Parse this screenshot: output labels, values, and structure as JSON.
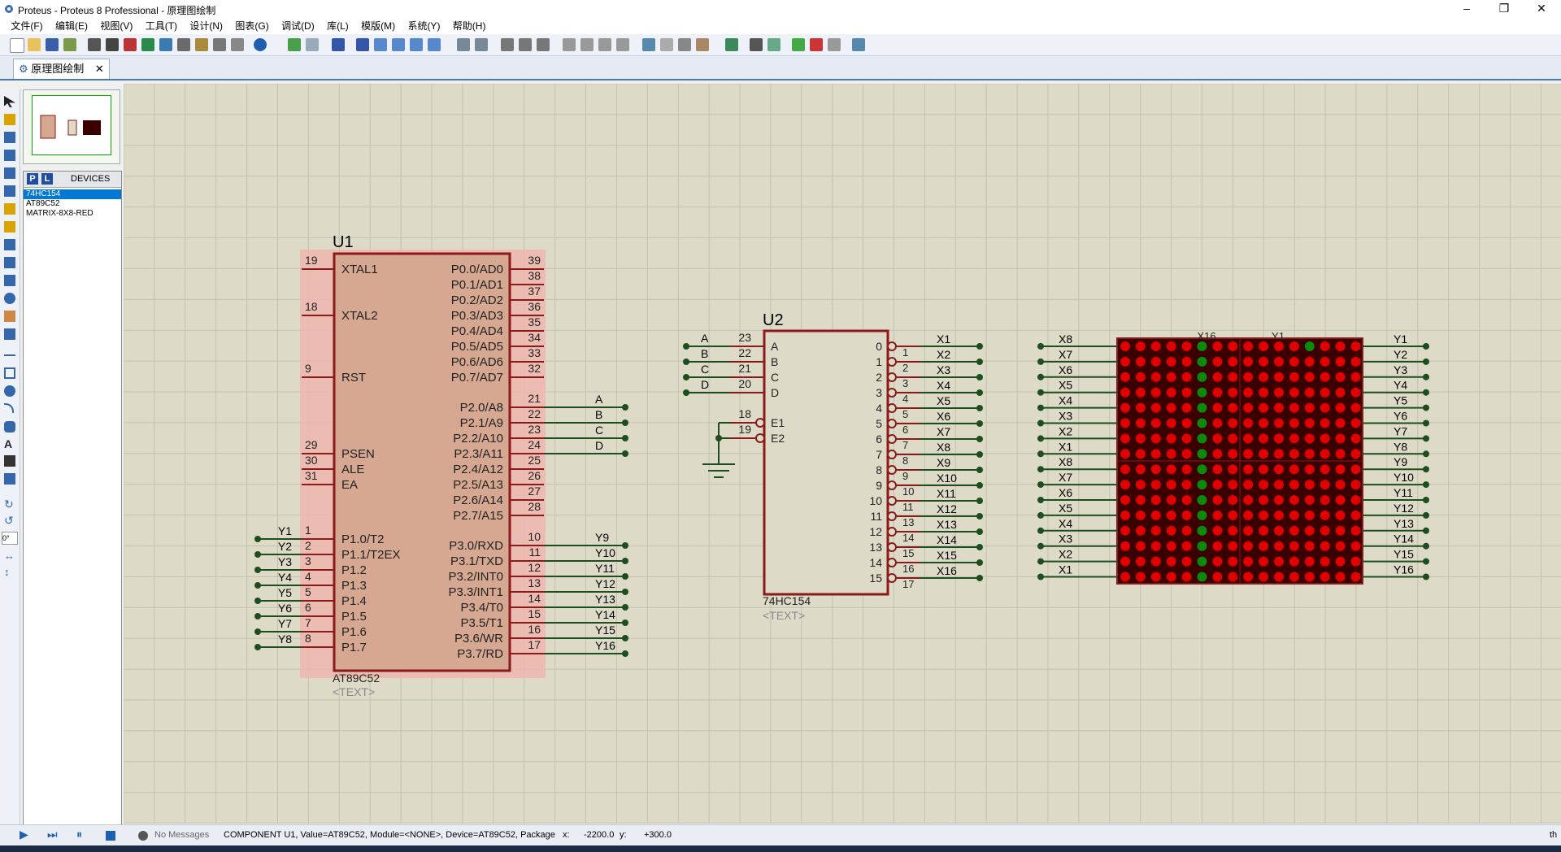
{
  "window": {
    "title": "Proteus - Proteus 8 Professional - 原理图绘制",
    "minimize": "–",
    "maximize": "❐",
    "close": "✕"
  },
  "menu": [
    "文件(F)",
    "编辑(E)",
    "视图(V)",
    "工具(T)",
    "设计(N)",
    "图表(G)",
    "调试(D)",
    "库(L)",
    "模版(M)",
    "系统(Y)",
    "帮助(H)"
  ],
  "tab": {
    "label": "原理图绘制",
    "close": "✕"
  },
  "devices": {
    "p_label": "P",
    "l_label": "L",
    "title": "DEVICES",
    "items": [
      "74HC154",
      "AT89C52",
      "MATRIX-8X8-RED"
    ],
    "selected": "74HC154"
  },
  "rotation": "0°",
  "status": {
    "messages": "No Messages",
    "info": "COMPONENT U1, Value=AT89C52, Module=<NONE>, Device=AT89C52, Package",
    "x_label": "x:",
    "x_value": "-2200.0",
    "y_label": "y:",
    "y_value": "+300.0",
    "right": "th"
  },
  "colors": {
    "canvas_bg": "#dddbc8",
    "grid": "#c2c0ae",
    "wire": "#1e4d1e",
    "pin": "#8b1a1a",
    "chip_fill": "#d6a891",
    "chip_border": "#8b1a1a",
    "chip_highlight": "#f0b4ad",
    "u2_fill": "#dddbc8",
    "matrix_bg": "#3a0000",
    "led_red": "#e00000",
    "led_green": "#0a8a0a"
  },
  "schematic": {
    "u1": {
      "ref": "U1",
      "part": "AT89C52",
      "text": "<TEXT>",
      "left_pins": [
        {
          "num": "19",
          "name": "XTAL1"
        },
        {
          "num": "18",
          "name": "XTAL2"
        },
        {
          "num": "9",
          "name": "RST"
        },
        {
          "num": "29",
          "name": "PSEN"
        },
        {
          "num": "30",
          "name": "ALE"
        },
        {
          "num": "31",
          "name": "EA"
        },
        {
          "num": "1",
          "name": "P1.0/T2",
          "net": "Y1"
        },
        {
          "num": "2",
          "name": "P1.1/T2EX",
          "net": "Y2"
        },
        {
          "num": "3",
          "name": "P1.2",
          "net": "Y3"
        },
        {
          "num": "4",
          "name": "P1.3",
          "net": "Y4"
        },
        {
          "num": "5",
          "name": "P1.4",
          "net": "Y5"
        },
        {
          "num": "6",
          "name": "P1.5",
          "net": "Y6"
        },
        {
          "num": "7",
          "name": "P1.6",
          "net": "Y7"
        },
        {
          "num": "8",
          "name": "P1.7",
          "net": "Y8"
        }
      ],
      "right_pins": [
        {
          "num": "39",
          "name": "P0.0/AD0"
        },
        {
          "num": "38",
          "name": "P0.1/AD1"
        },
        {
          "num": "37",
          "name": "P0.2/AD2"
        },
        {
          "num": "36",
          "name": "P0.3/AD3"
        },
        {
          "num": "35",
          "name": "P0.4/AD4"
        },
        {
          "num": "34",
          "name": "P0.5/AD5"
        },
        {
          "num": "33",
          "name": "P0.6/AD6"
        },
        {
          "num": "32",
          "name": "P0.7/AD7"
        },
        {
          "num": "21",
          "name": "P2.0/A8",
          "net": "A"
        },
        {
          "num": "22",
          "name": "P2.1/A9",
          "net": "B"
        },
        {
          "num": "23",
          "name": "P2.2/A10",
          "net": "C"
        },
        {
          "num": "24",
          "name": "P2.3/A11",
          "net": "D"
        },
        {
          "num": "25",
          "name": "P2.4/A12"
        },
        {
          "num": "26",
          "name": "P2.5/A13"
        },
        {
          "num": "27",
          "name": "P2.6/A14"
        },
        {
          "num": "28",
          "name": "P2.7/A15"
        },
        {
          "num": "10",
          "name": "P3.0/RXD",
          "net": "Y9"
        },
        {
          "num": "11",
          "name": "P3.1/TXD",
          "net": "Y10"
        },
        {
          "num": "12",
          "name": "P3.2/INT0",
          "net": "Y11"
        },
        {
          "num": "13",
          "name": "P3.3/INT1",
          "net": "Y12"
        },
        {
          "num": "14",
          "name": "P3.4/T0",
          "net": "Y13"
        },
        {
          "num": "15",
          "name": "P3.5/T1",
          "net": "Y14"
        },
        {
          "num": "16",
          "name": "P3.6/WR",
          "net": "Y15"
        },
        {
          "num": "17",
          "name": "P3.7/RD",
          "net": "Y16"
        }
      ]
    },
    "u2": {
      "ref": "U2",
      "part": "74HC154",
      "text": "<TEXT>",
      "inputs": [
        {
          "num": "23",
          "name": "A",
          "net": "A"
        },
        {
          "num": "22",
          "name": "B",
          "net": "B"
        },
        {
          "num": "21",
          "name": "C",
          "net": "C"
        },
        {
          "num": "20",
          "name": "D",
          "net": "D"
        }
      ],
      "enables": [
        {
          "num": "18",
          "name": "E1"
        },
        {
          "num": "19",
          "name": "E2"
        }
      ],
      "outputs": [
        {
          "num": "1",
          "name": "0",
          "net": "X1"
        },
        {
          "num": "2",
          "name": "1",
          "net": "X2"
        },
        {
          "num": "3",
          "name": "2",
          "net": "X3"
        },
        {
          "num": "4",
          "name": "3",
          "net": "X4"
        },
        {
          "num": "5",
          "name": "4",
          "net": "X5"
        },
        {
          "num": "6",
          "name": "5",
          "net": "X6"
        },
        {
          "num": "7",
          "name": "6",
          "net": "X7"
        },
        {
          "num": "8",
          "name": "7",
          "net": "X8"
        },
        {
          "num": "9",
          "name": "8",
          "net": "X9"
        },
        {
          "num": "10",
          "name": "9",
          "net": "X10"
        },
        {
          "num": "11",
          "name": "10",
          "net": "X11"
        },
        {
          "num": "13",
          "name": "11",
          "net": "X12"
        },
        {
          "num": "14",
          "name": "12",
          "net": "X13"
        },
        {
          "num": "15",
          "name": "13",
          "net": "X14"
        },
        {
          "num": "16",
          "name": "14",
          "net": "X15"
        },
        {
          "num": "17",
          "name": "15",
          "net": "X16"
        }
      ]
    },
    "matrix": {
      "left_nets": [
        "X8",
        "X7",
        "X6",
        "X5",
        "X4",
        "X3",
        "X2",
        "X1",
        "X8",
        "X7",
        "X6",
        "X5",
        "X4",
        "X3",
        "X2",
        "X1"
      ],
      "right_nets": [
        "Y1",
        "Y2",
        "Y3",
        "Y4",
        "Y5",
        "Y6",
        "Y7",
        "Y8",
        "Y9",
        "Y10",
        "Y11",
        "Y12",
        "Y13",
        "Y14",
        "Y15",
        "Y16"
      ],
      "top_labels": [
        "X16",
        "Y1"
      ],
      "rows": 16,
      "cols": 16,
      "green_columns": [
        5
      ],
      "green_cells": [
        [
          0,
          12
        ]
      ]
    }
  }
}
